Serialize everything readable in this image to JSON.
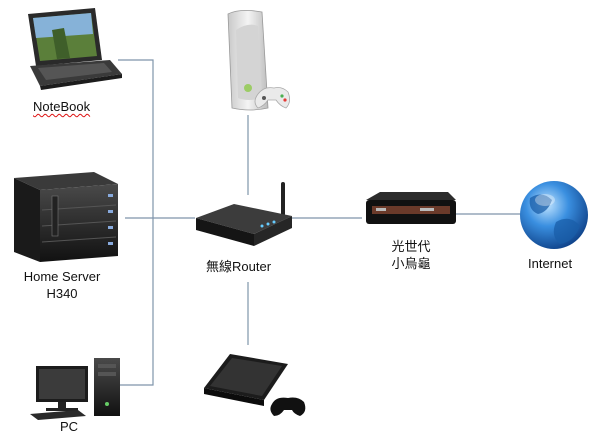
{
  "labels": {
    "notebook": "NoteBook",
    "home_server_line1": "Home Server",
    "home_server_line2": "H340",
    "pc": "PC",
    "router": "無線Router",
    "modem_line1": "光世代",
    "modem_line2": "小烏龜",
    "internet": "Internet"
  },
  "colors": {
    "link_line": "#7f95ab",
    "globe": "#2b73c8",
    "device_dark": "#1d1d1d"
  },
  "icons": {
    "notebook": "laptop-icon",
    "xbox": "game-console-icon",
    "server": "server-tower-icon",
    "router": "wireless-router-icon",
    "modem": "fiber-modem-icon",
    "internet": "globe-icon",
    "pc": "desktop-pc-icon",
    "ps3": "game-console-icon"
  }
}
